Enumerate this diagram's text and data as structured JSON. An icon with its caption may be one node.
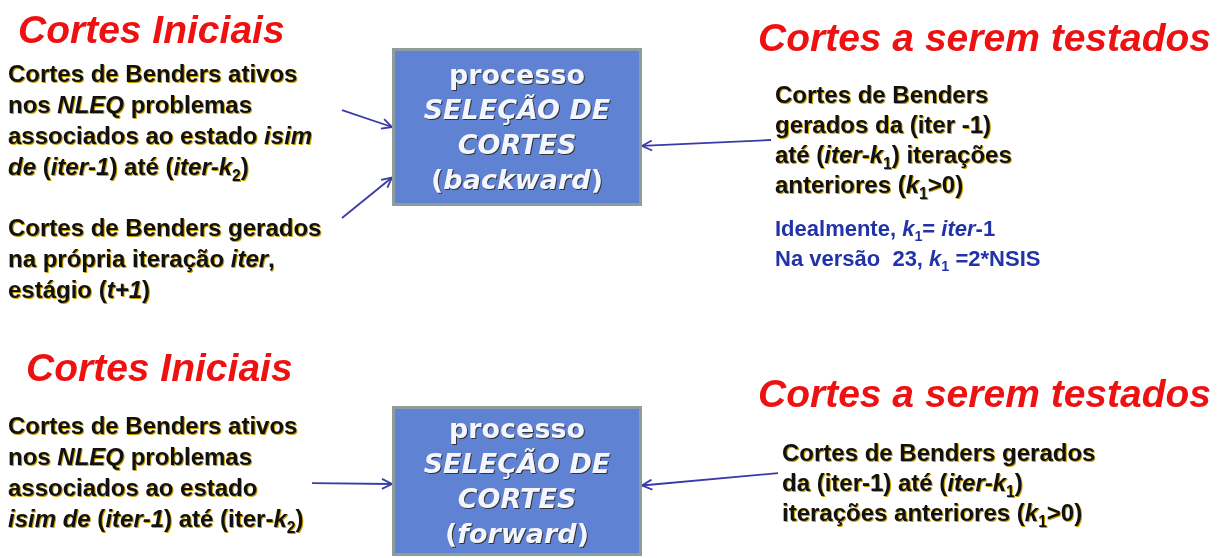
{
  "diagram": {
    "nodes": [
      {
        "text": [
          "Cortes de Benders ativos nos *NLEQ* problemas associados ao estado *isim de* (*iter-1*) até (*iter-k*$_{2}$)"
        ]
      },
      {
        "text": [
          "Cortes de Benders gerados na própria iteração *iter*, estágio (*t+1*)"
        ]
      },
      {
        "text": [
          "processo *SELEÇÃO DE CORTES* (*backward*)"
        ]
      },
      {
        "text": [
          "Cortes de Benders gerados da (iter -1) até (*iter-k*$_{1}$) iterações anteriores (*k*$_{1}$>0)"
        ]
      },
      {
        "text": [
          "Cortes de Benders ativos nos *NLEQ* problemas associados ao estado *isim de* (*iter-1*) até (iter-*k*$_{2}$)"
        ]
      },
      {
        "text": [
          "processo *SELEÇÃO DE CORTES* (*forward*)"
        ]
      },
      {
        "text": [
          "Cortes de Benders gerados da (iter-1) até (*iter-k*$_{1}$) iterações anteriores (*k*$_{1}$>0)"
        ]
      }
    ],
    "edges": [
      {
        "from": 0,
        "to": 2,
        "arrow": "to"
      },
      {
        "from": 1,
        "to": 2,
        "arrow": "to"
      },
      {
        "from": 3,
        "to": 2,
        "arrow": "to"
      },
      {
        "from": 4,
        "to": 5,
        "arrow": "to"
      },
      {
        "from": 6,
        "to": 5,
        "arrow": "to"
      }
    ],
    "labels": [
      "Cortes Iniciais",
      "Cortes a serem testados",
      "Idealmente, *k*$_{1}$= *iter*-1",
      "Na versão  23, *k*$_{1}$ =2*NSIS",
      "Cortes Iniciais",
      "Cortes a serem testados"
    ]
  }
}
